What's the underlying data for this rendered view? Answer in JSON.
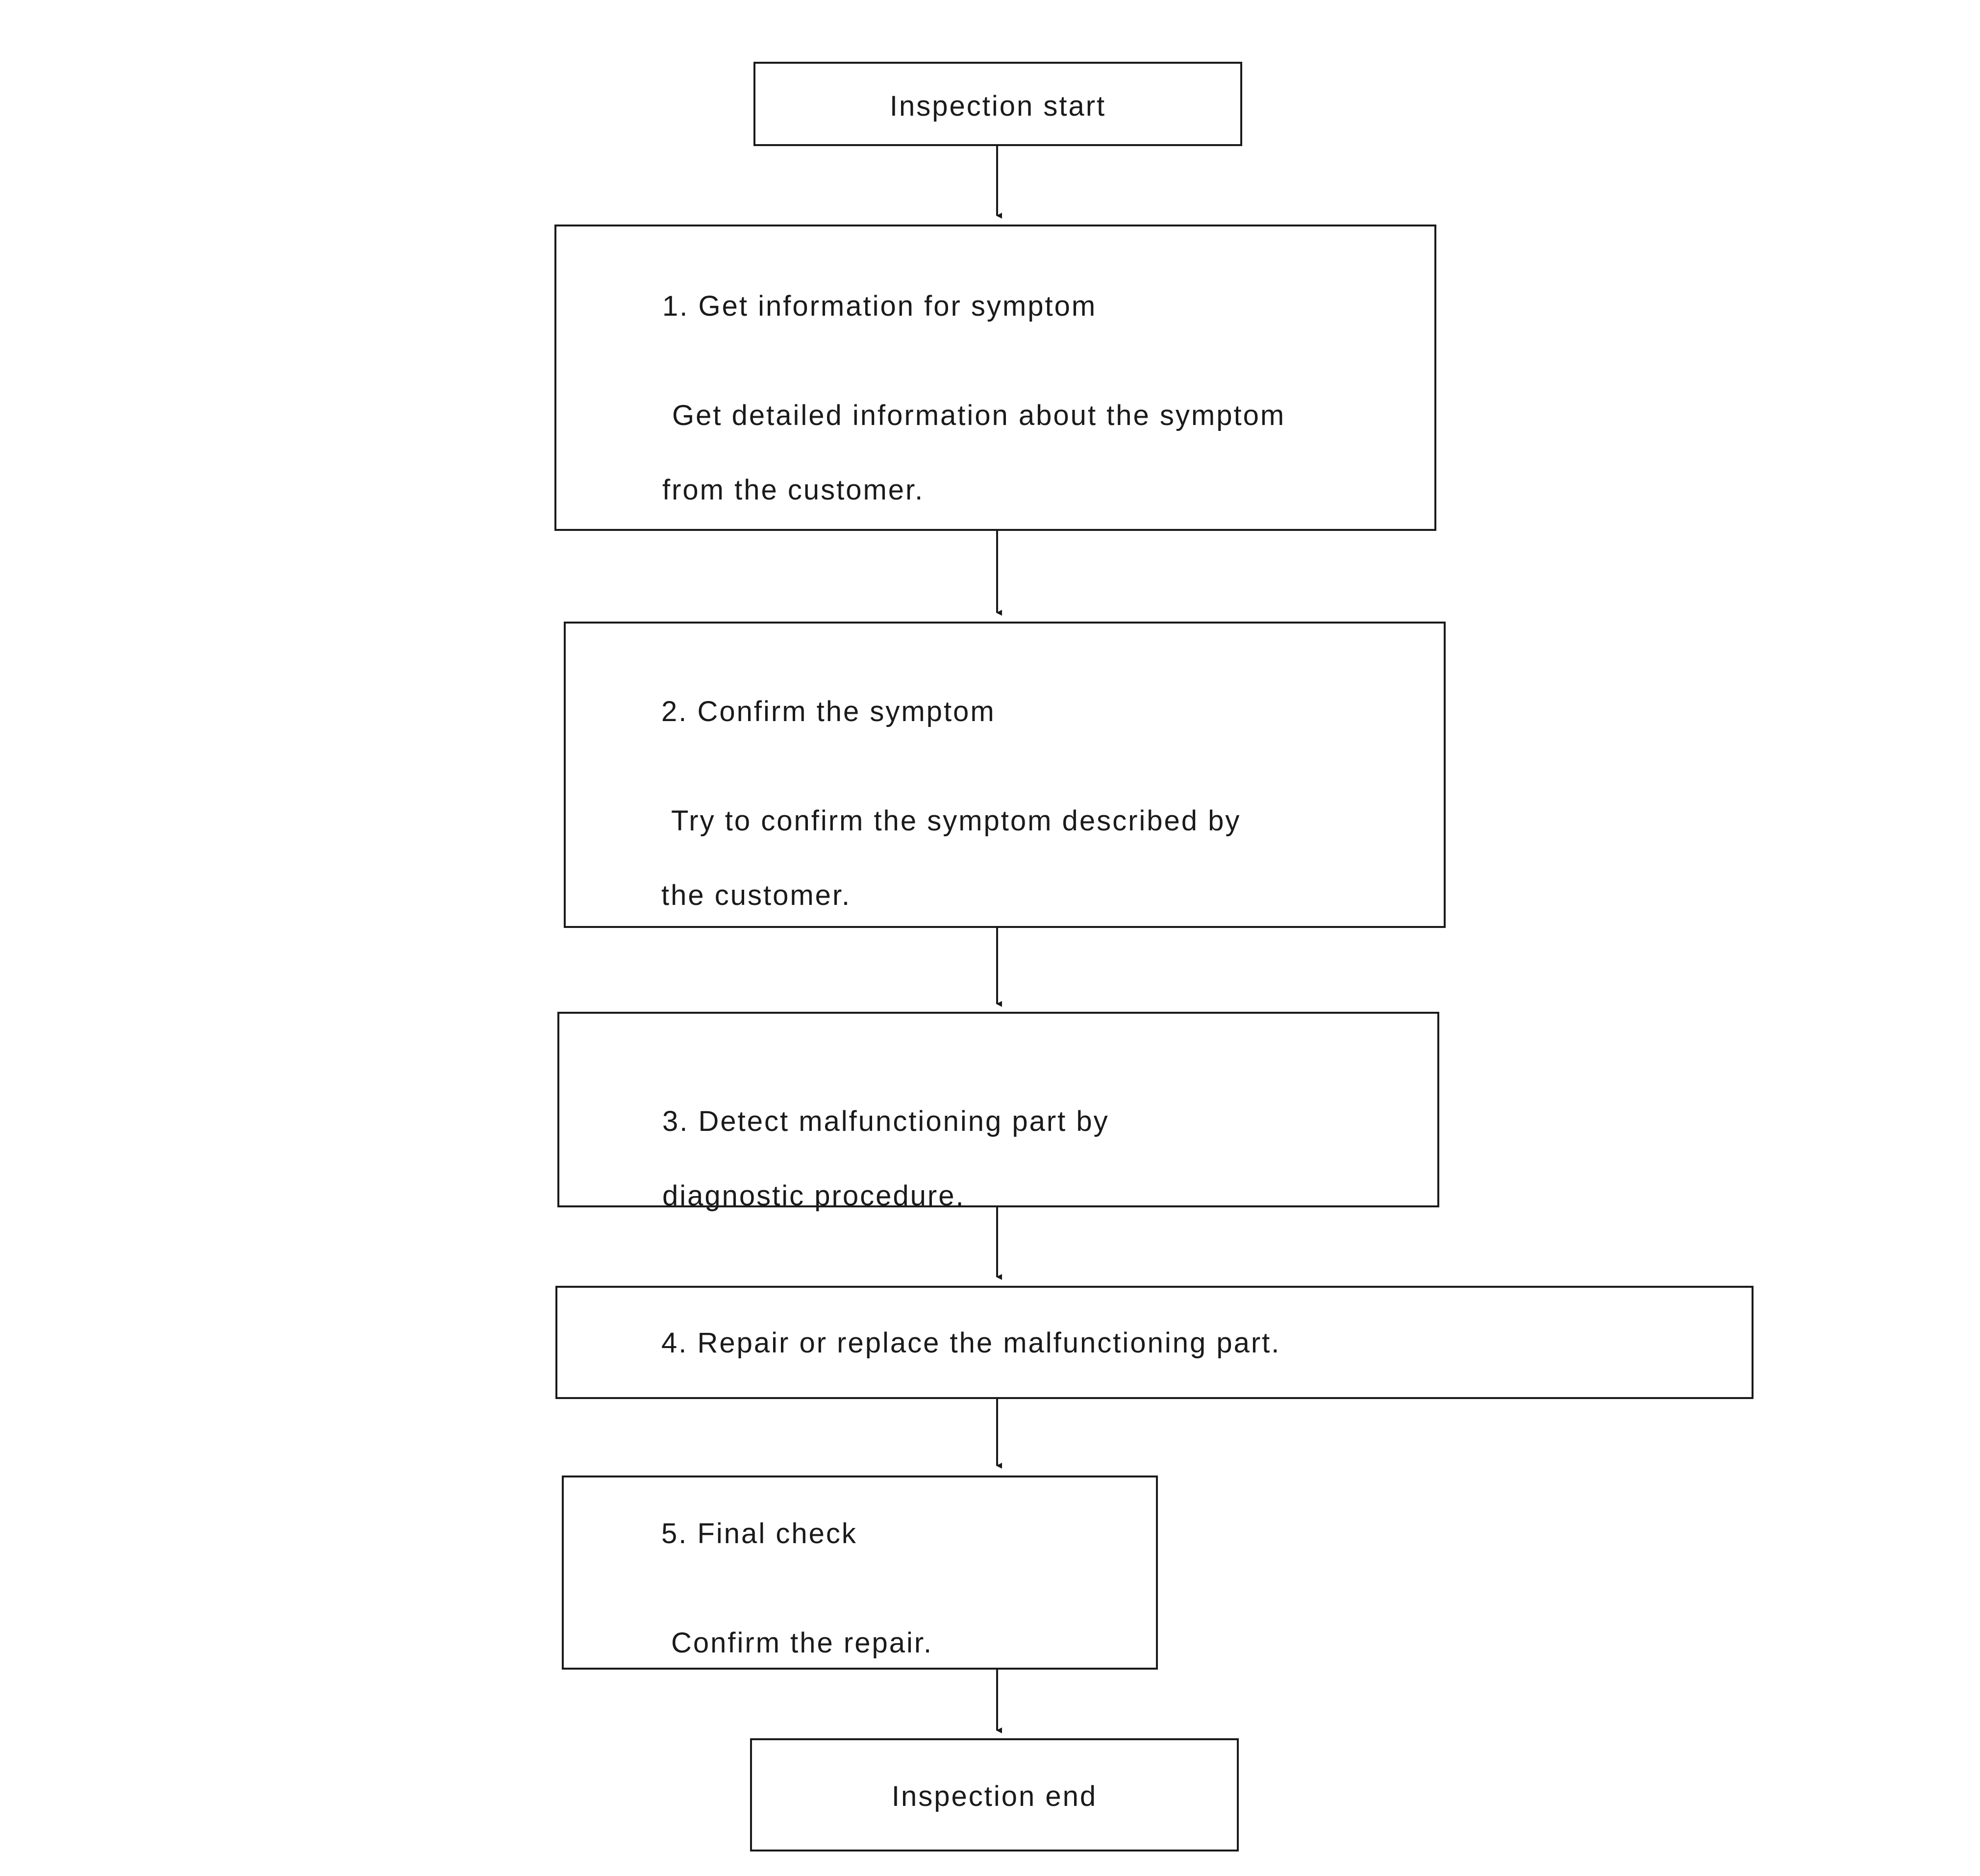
{
  "flowchart": {
    "start": "Inspection start",
    "steps": [
      {
        "title": "1. Get information for symptom",
        "body_line1": "Get detailed information about the symptom",
        "body_line2": "from the customer."
      },
      {
        "title": "2. Confirm the symptom",
        "body_line1": "Try to confirm the symptom described by",
        "body_line2": "the customer."
      },
      {
        "title_line1": "3. Detect malfunctioning part by",
        "title_line2": "diagnostic procedure."
      },
      {
        "title": "4. Repair or replace the malfunctioning part."
      },
      {
        "title": "5. Final check",
        "body_line1": "Confirm the repair."
      }
    ],
    "end": "Inspection end"
  }
}
